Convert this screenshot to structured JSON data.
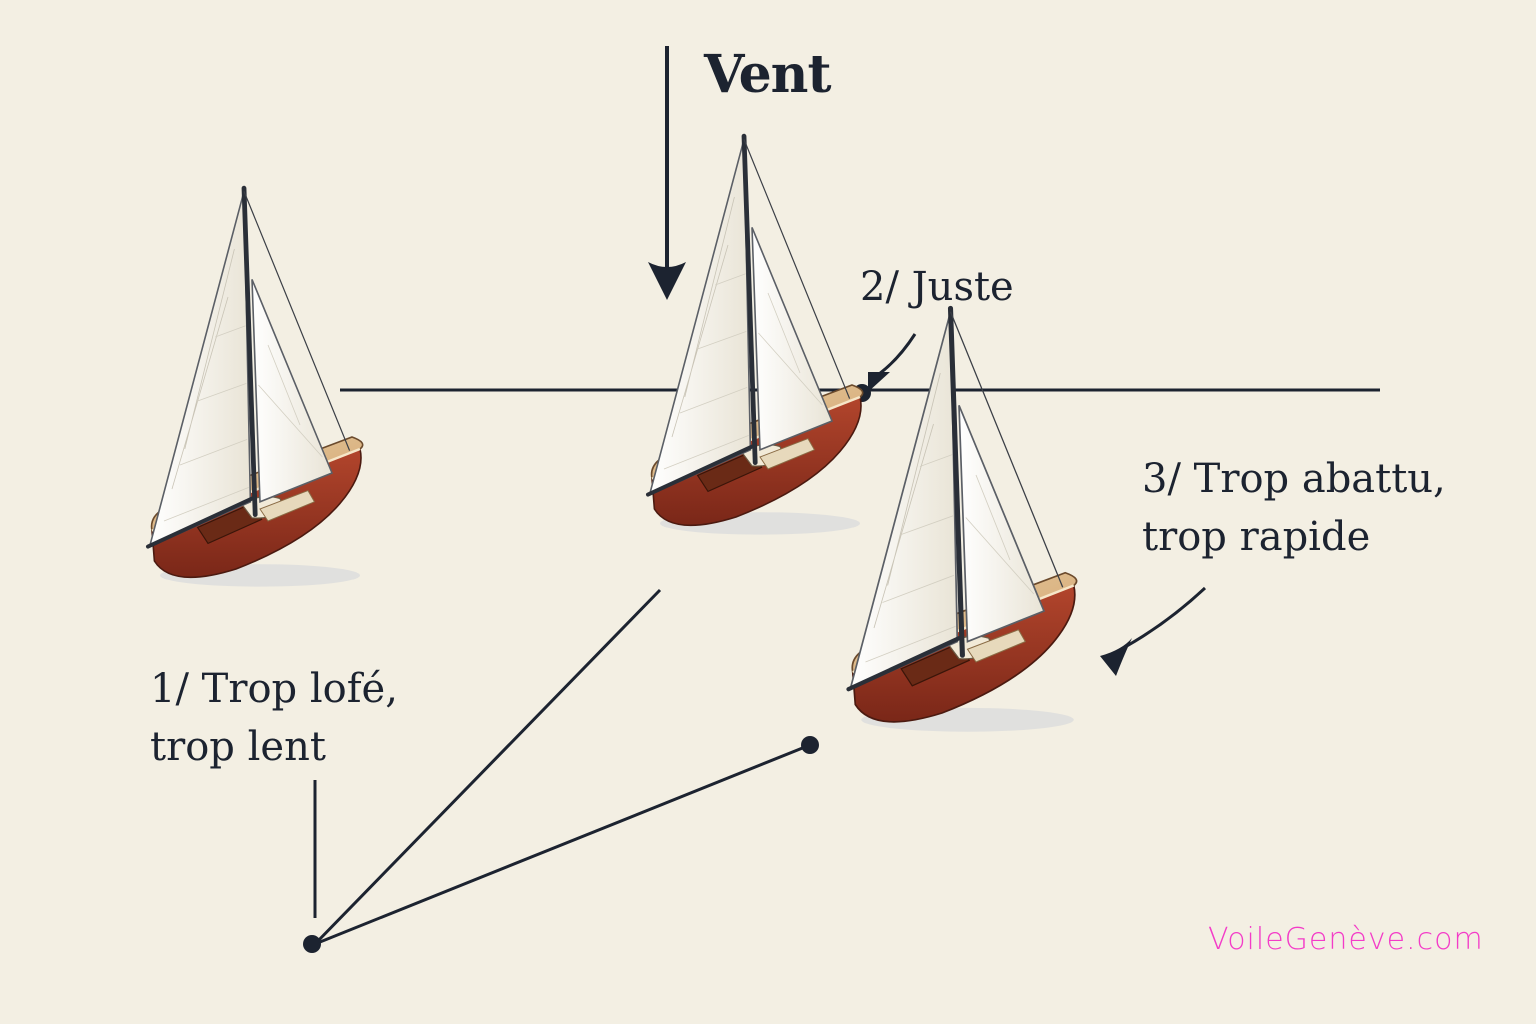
{
  "diagram": {
    "wind_label": "Vent",
    "boats": [
      {
        "id": 1,
        "label_line1": "1/ Trop lofé,",
        "label_line2": "trop lent"
      },
      {
        "id": 2,
        "label_line1": "2/ Juste"
      },
      {
        "id": 3,
        "label_line1": "3/ Trop abattu,",
        "label_line2": "trop rapide"
      }
    ]
  },
  "watermark": {
    "text": "VoileGenève.com",
    "color": "#f33cc8"
  },
  "colors": {
    "background": "#f3efe3",
    "ink": "#1c2330",
    "sail": "#f7f4ea",
    "deck": "#deb886",
    "hull": "#9e3a26"
  }
}
